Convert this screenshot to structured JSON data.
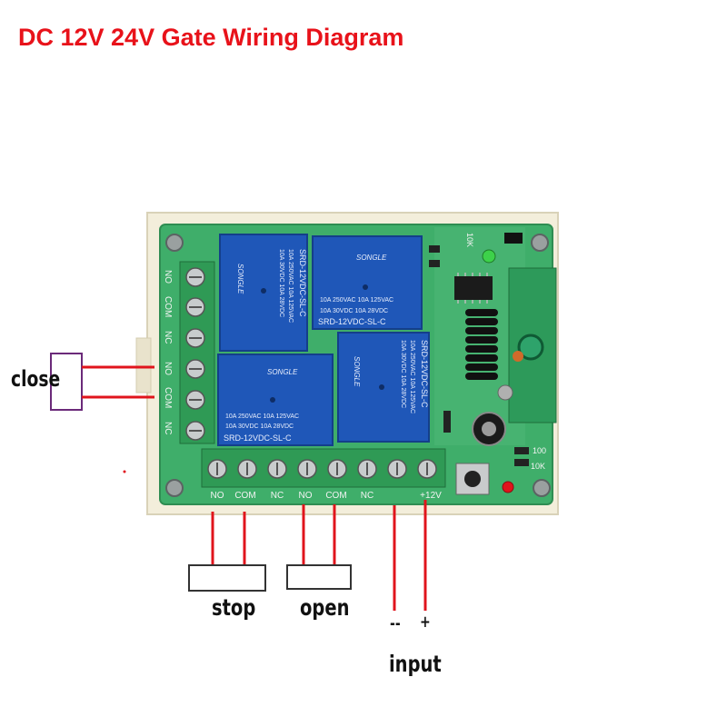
{
  "title": "DC 12V 24V Gate Wiring Diagram",
  "labels": {
    "close": "close",
    "stop": "stop",
    "open": "open",
    "minus": "--",
    "plus": "+",
    "input": "input"
  },
  "terminals": {
    "side": [
      "NO",
      "COM",
      "NC",
      "NO",
      "COM",
      "NC"
    ],
    "bottom": [
      "NO",
      "COM",
      "NC",
      "NO",
      "COM",
      "NC",
      "",
      "+12V"
    ]
  },
  "relay": {
    "brand": "SONGLE",
    "model": "SRD-12VDC-SL-C",
    "rating_1": "10A 250VAC  10A 125VAC",
    "rating_2": "10A 30VDC  10A 28VDC"
  },
  "board_markings": {
    "r1": "100",
    "r2": "10K",
    "corner": "10K"
  },
  "colors": {
    "title": "#e8121a",
    "wire": "#e0141c",
    "box_close": "#6b2a7a",
    "box_other": "#333333",
    "pcb": "#3fae6a",
    "terminal": "#2f9a55",
    "relay": "#1f57b8",
    "enclosure": "#f3eedb"
  }
}
